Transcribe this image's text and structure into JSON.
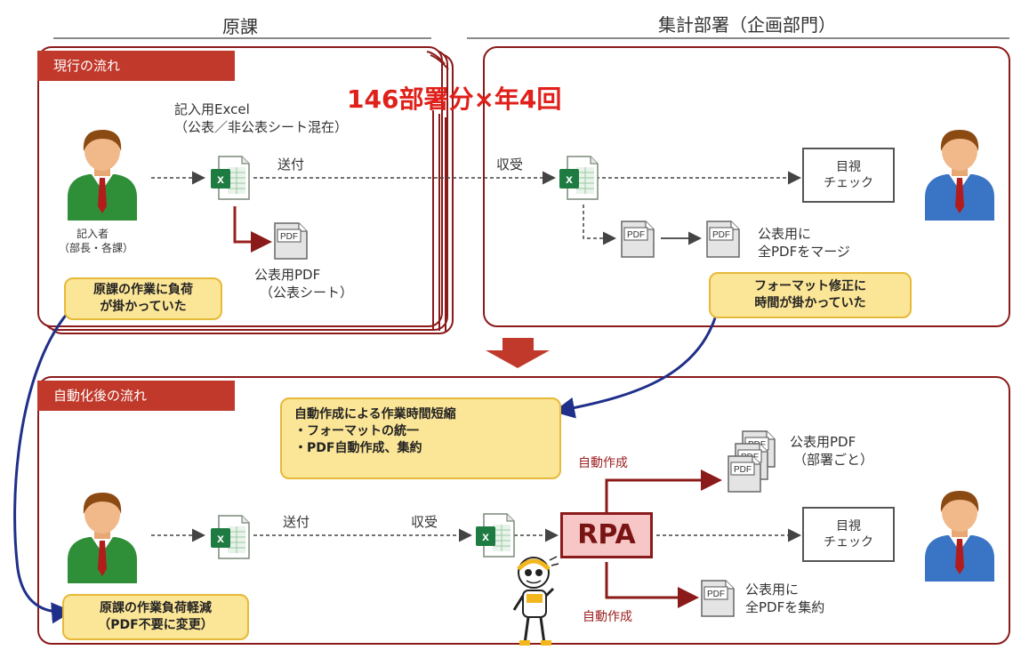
{
  "columns": {
    "left": "原課",
    "right": "集計部署（企画部門）"
  },
  "headline": "146部署分×年4回",
  "current": {
    "tab": "現行の流れ",
    "excel_label_1": "記入用Excel",
    "excel_label_2": "（公表／非公表シート混在）",
    "send": "送付",
    "receive": "収受",
    "person_label_1": "記入者",
    "person_label_2": "（部長・各課）",
    "pdf_label_1": "公表用PDF",
    "pdf_label_2": "（公表シート）",
    "check_1": "目視",
    "check_2": "チェック",
    "merge_1": "公表用に",
    "merge_2": "全PDFをマージ",
    "callout_left_1": "原課の作業に負荷",
    "callout_left_2": "が掛かっていた",
    "callout_right_1": "フォーマット修正に",
    "callout_right_2": "時間が掛かっていた"
  },
  "after": {
    "tab": "自動化後の流れ",
    "callout_1": "自動作成による作業時間短縮",
    "callout_2": "・フォーマットの統一",
    "callout_3": "・PDF自動作成、集約",
    "send": "送付",
    "receive": "収受",
    "rpa": "RPA",
    "auto_top": "自動作成",
    "auto_bottom": "自動作成",
    "pdf_top_1": "公表用PDF",
    "pdf_top_2": "（部署ごと）",
    "check_1": "目視",
    "check_2": "チェック",
    "pdf_bottom_1": "公表用に",
    "pdf_bottom_2": "全PDFを集約",
    "callout_bottom_1": "原課の作業負荷軽減",
    "callout_bottom_2": "（PDF不要に変更）"
  },
  "icons": {
    "excel": "excel-file-icon",
    "pdf": "pdf-file-icon",
    "person": "person-icon",
    "robot": "robot-icon",
    "pdf_glyph": "PDF",
    "excel_glyph": "x"
  },
  "colors": {
    "accent_red": "#c0392b",
    "dark_red": "#8b1a1a",
    "callout": "#fbe596",
    "navy": "#1f2f8a"
  }
}
